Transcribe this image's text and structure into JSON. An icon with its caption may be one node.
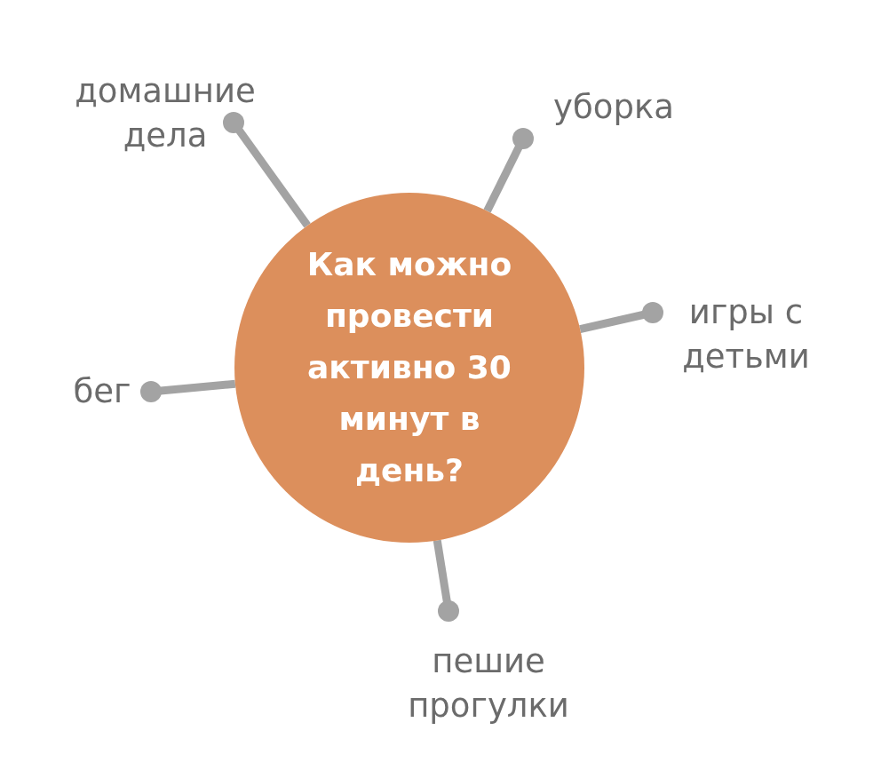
{
  "diagram": {
    "nodes": [
      {
        "text": [
          "Как можно провести активно 30 минут в день?"
        ]
      },
      {
        "text": [
          "домашние дела"
        ]
      },
      {
        "text": [
          "уборка"
        ]
      },
      {
        "text": [
          "игры с детьми"
        ]
      },
      {
        "text": [
          "бег"
        ]
      },
      {
        "text": [
          "пешие прогулки"
        ]
      }
    ],
    "edges": [
      {
        "from": 0,
        "to": 1,
        "arrow": "other"
      },
      {
        "from": 0,
        "to": 2,
        "arrow": "other"
      },
      {
        "from": 0,
        "to": 3,
        "arrow": "other"
      },
      {
        "from": 0,
        "to": 4,
        "arrow": "other"
      },
      {
        "from": 0,
        "to": 5,
        "arrow": "other"
      }
    ]
  }
}
